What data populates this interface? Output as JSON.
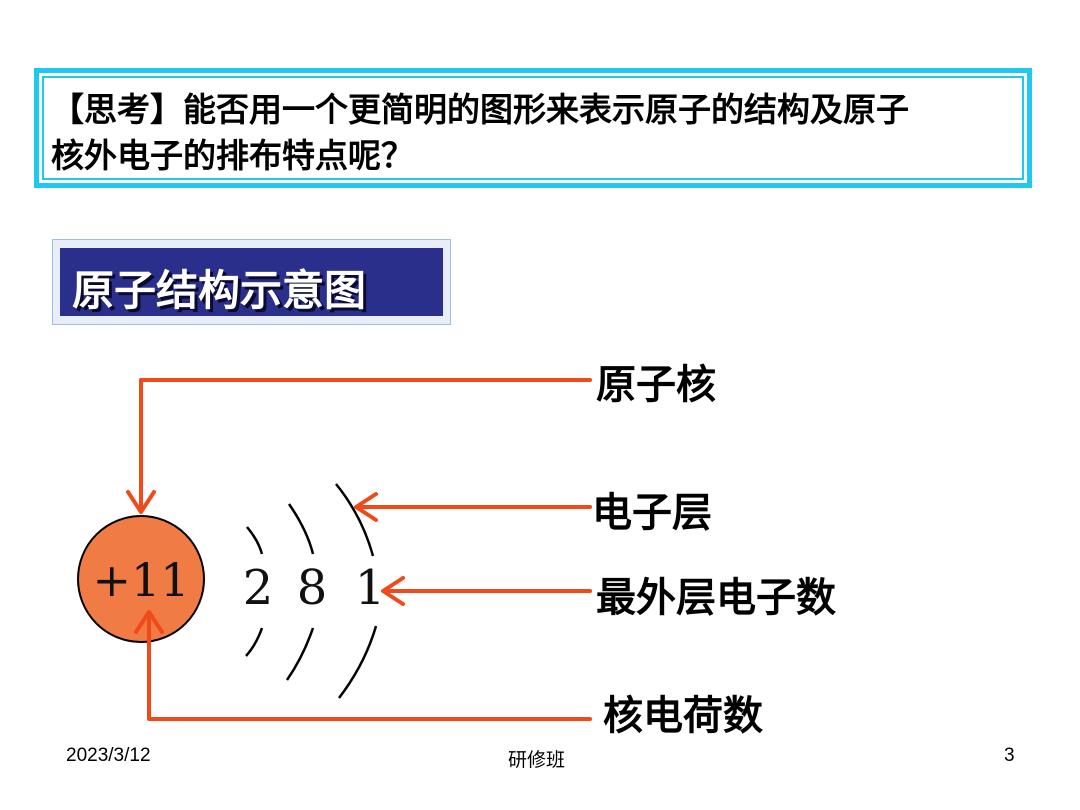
{
  "question": {
    "text_line1": "【思考】能否用一个更简明的图形来表示原子的结构及原子",
    "text_line2": "核外电子的排布特点呢？"
  },
  "title": "原子结构示意图",
  "diagram": {
    "nucleus_charge": "+11",
    "electrons": [
      "2",
      "8",
      "1"
    ],
    "labels": {
      "nucleus": "原子核",
      "shell": "电子层",
      "outer_electrons": "最外层电子数",
      "nuclear_charge": "核电荷数"
    },
    "colors": {
      "nucleus_fill": "#f07b45",
      "arrow": "#f04a1a"
    }
  },
  "footer": {
    "date": "2023/3/12",
    "center": "研修班",
    "page": "3"
  }
}
